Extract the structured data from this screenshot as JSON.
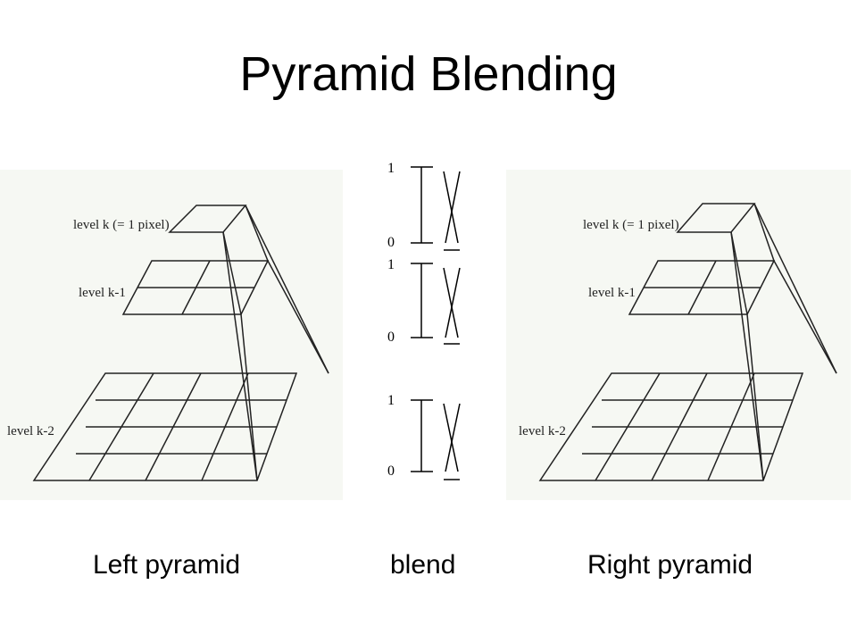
{
  "slide": {
    "title": "Pyramid Blending"
  },
  "left_pyramid": {
    "caption": "Left pyramid",
    "labels": {
      "level_k": "level k (= 1 pixel)",
      "level_k1": "level k-1",
      "level_k2": "level k-2"
    }
  },
  "right_pyramid": {
    "caption": "Right pyramid",
    "labels": {
      "level_k": "level k (= 1 pixel)",
      "level_k1": "level k-1",
      "level_k2": "level k-2"
    }
  },
  "blend": {
    "caption": "blend",
    "scales": [
      {
        "top": "1",
        "bottom": "0"
      },
      {
        "top": "1",
        "bottom": "0"
      },
      {
        "top": "1",
        "bottom": "0"
      }
    ]
  }
}
